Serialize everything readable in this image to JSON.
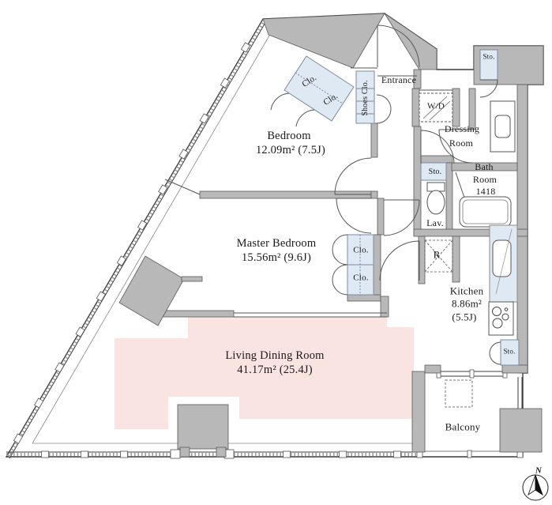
{
  "colors": {
    "wall_fill": "#b8b8b8",
    "outline": "#3c3c3c",
    "ldk_highlight": "#f9e4e2",
    "closet_fill": "#dfe9f4",
    "line": "#555555",
    "text": "#1a1a1a"
  },
  "rooms": {
    "bedroom": {
      "name": "Bedroom",
      "area": "12.09m² (7.5J)"
    },
    "master_bedroom": {
      "name": "Master Bedroom",
      "area": "15.56m² (9.6J)"
    },
    "living_dining": {
      "name": "Living Dining Room",
      "area": "41.17m² (25.4J)"
    },
    "kitchen": {
      "name": "Kitchen",
      "area": "8.86m²",
      "tatami": "(5.5J)"
    },
    "bathroom": {
      "line1": "Bath",
      "line2": "Room",
      "size": "1418"
    },
    "dressing_room": {
      "line1": "Dressing",
      "line2": "Room"
    },
    "entrance": {
      "name": "Entrance"
    },
    "balcony": {
      "name": "Balcony"
    }
  },
  "fixtures": {
    "washer_dryer": "W/D",
    "lavatory": "Lav.",
    "refrigerator": "R",
    "storage_top_right": "Sto.",
    "storage_hall": "Sto.",
    "storage_kitchen": "Sto.",
    "closet_bedroom_1": "Clo.",
    "closet_bedroom_2": "Clo.",
    "closet_master_1": "Clo.",
    "closet_master_2": "Clo.",
    "shoes_closet": "Shoes Clo."
  },
  "compass": {
    "north": "N"
  }
}
